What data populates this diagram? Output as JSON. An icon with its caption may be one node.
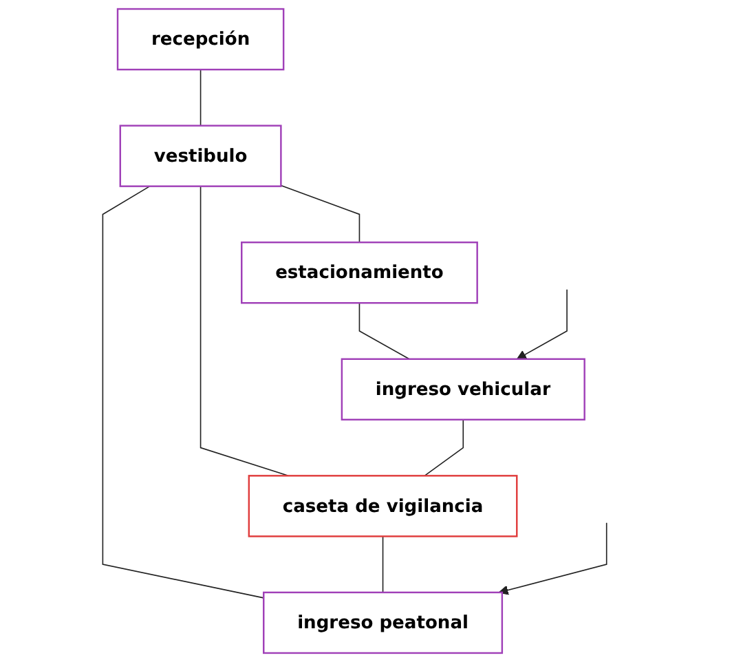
{
  "diagram": {
    "nodes": [
      {
        "text": [
          "recepción"
        ]
      },
      {
        "text": [
          "vestibulo"
        ]
      },
      {
        "text": [
          "estacionamiento"
        ]
      },
      {
        "text": [
          "ingreso vehicular"
        ]
      },
      {
        "text": [
          "caseta de vigilancia"
        ]
      },
      {
        "text": [
          "ingreso peatonal"
        ]
      }
    ],
    "edges": [
      {
        "from": 0,
        "to": 1,
        "arrow": "none"
      },
      {
        "from": 1,
        "to": 2,
        "arrow": "none"
      },
      {
        "from": 1,
        "to": 4,
        "arrow": "none"
      },
      {
        "from": 1,
        "to": 5,
        "arrow": "none"
      },
      {
        "from": 2,
        "to": 3,
        "arrow": "none"
      },
      {
        "from": 3,
        "to": 4,
        "arrow": "none"
      },
      {
        "from": 4,
        "to": 5,
        "arrow": "none"
      },
      {
        "from": null,
        "to": 3,
        "arrow": "to"
      },
      {
        "from": null,
        "to": 5,
        "arrow": "to"
      }
    ]
  }
}
